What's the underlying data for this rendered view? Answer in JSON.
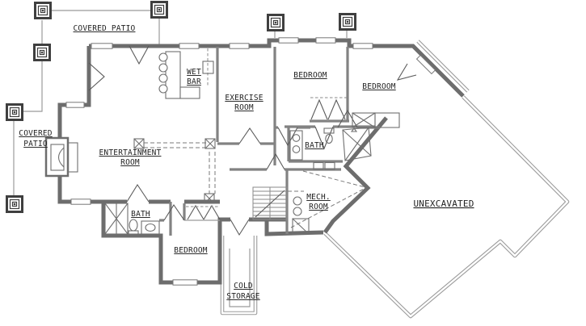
{
  "drawing": {
    "type": "basement-floor-plan",
    "background_color": "#ffffff",
    "wall_color": "#6d6d6d",
    "interior_wall_color": "#828282",
    "thin_line_color": "#9b9b9b",
    "text_color": "#222222"
  },
  "rooms": {
    "covered_patio_top": {
      "line1": "COVERED PATIO"
    },
    "covered_patio_left": {
      "line1": "COVERED",
      "line2": "PATIO"
    },
    "wet_bar": {
      "line1": "WET",
      "line2": "BAR"
    },
    "exercise": {
      "line1": "EXERCISE",
      "line2": "ROOM"
    },
    "bedroom_top": {
      "line1": "BEDROOM"
    },
    "bedroom_right": {
      "line1": "BEDROOM"
    },
    "entertainment": {
      "line1": "ENTERTAINMENT",
      "line2": "ROOM"
    },
    "bath_center": {
      "line1": "BATH"
    },
    "mech": {
      "line1": "MECH.",
      "line2": "ROOM"
    },
    "unexcavated": {
      "line1": "UNEXCAVATED"
    },
    "bath_left": {
      "line1": "BATH"
    },
    "bedroom_bottom": {
      "line1": "BEDROOM"
    },
    "cold_storage": {
      "line1": "COLD",
      "line2": "STORAGE"
    }
  }
}
